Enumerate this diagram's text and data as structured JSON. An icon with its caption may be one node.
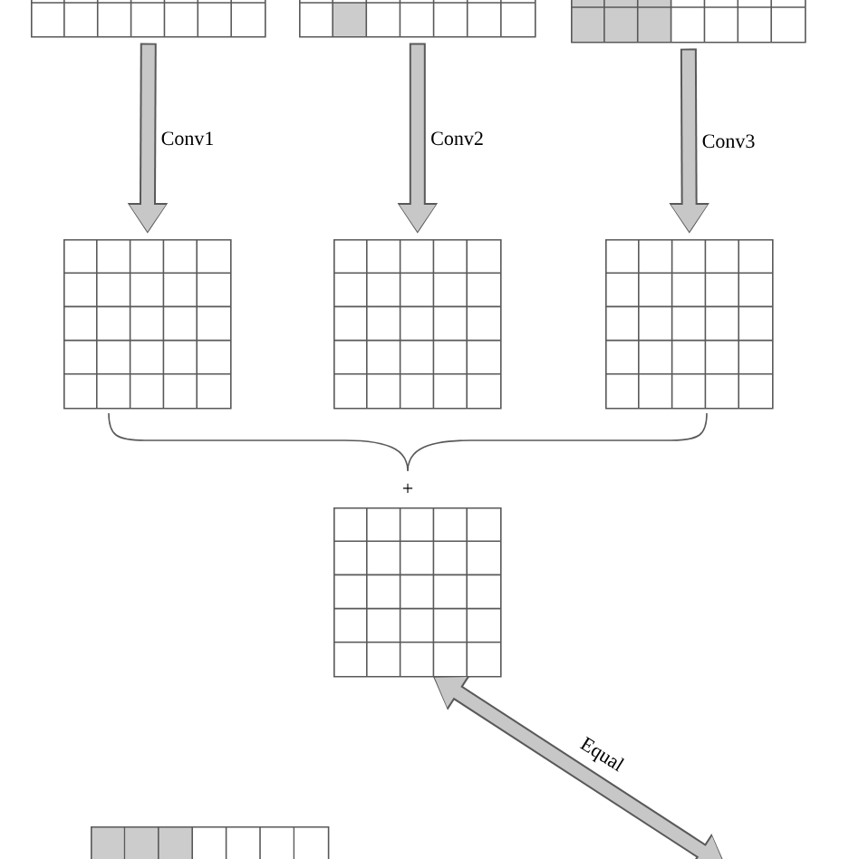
{
  "diagram": {
    "nodes": [
      {
        "text": [],
        "shape": "box"
      },
      {
        "text": [],
        "shape": "box"
      },
      {
        "text": [],
        "shape": "box"
      },
      {
        "text": [],
        "shape": "box"
      },
      {
        "text": [],
        "shape": "box"
      },
      {
        "text": [],
        "shape": "box"
      },
      {
        "text": [],
        "shape": "box"
      },
      {
        "text": [],
        "shape": "box"
      }
    ],
    "edges": [
      {
        "from": 0,
        "to": 3,
        "arrow": "to",
        "label": "Conv1"
      },
      {
        "from": 1,
        "to": 4,
        "arrow": "to",
        "label": "Conv2"
      },
      {
        "from": 2,
        "to": 5,
        "arrow": "to",
        "label": "Conv3"
      },
      {
        "from": 6,
        "to": null,
        "arrow": "both",
        "label": "Equal",
        "color": "#c7c7c7"
      }
    ],
    "labels": [
      "+"
    ]
  }
}
